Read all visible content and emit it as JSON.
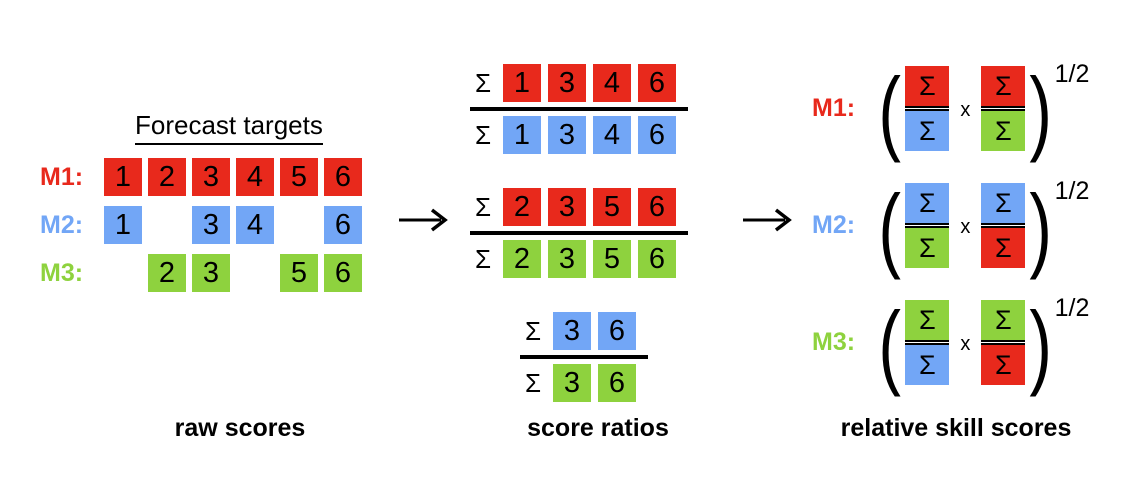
{
  "colors": {
    "red": "#e8291c",
    "blue": "#72a6f6",
    "green": "#8ed23e",
    "black": "#000000",
    "background": "#ffffff"
  },
  "symbols": {
    "sigma": "Σ",
    "times": "x",
    "paren_left": "(",
    "paren_right": ")",
    "exponent": "1/2",
    "arrow": "⟶"
  },
  "raw_scores": {
    "title": "Forecast targets",
    "caption": "raw scores",
    "columns": [
      "1",
      "2",
      "3",
      "4",
      "5",
      "6"
    ],
    "rows": [
      {
        "label": "M1:",
        "color": "red",
        "cells": [
          "1",
          "2",
          "3",
          "4",
          "5",
          "6"
        ]
      },
      {
        "label": "M2:",
        "color": "blue",
        "cells": [
          "1",
          "",
          "3",
          "4",
          "",
          "6"
        ]
      },
      {
        "label": "M3:",
        "color": "green",
        "cells": [
          "",
          "2",
          "3",
          "",
          "5",
          "6"
        ]
      }
    ]
  },
  "score_ratios": {
    "caption": "score ratios",
    "blocks": [
      {
        "numerator": {
          "color": "red",
          "cells": [
            "1",
            "3",
            "4",
            "6"
          ]
        },
        "denominator": {
          "color": "blue",
          "cells": [
            "1",
            "3",
            "4",
            "6"
          ]
        }
      },
      {
        "numerator": {
          "color": "red",
          "cells": [
            "2",
            "3",
            "5",
            "6"
          ]
        },
        "denominator": {
          "color": "green",
          "cells": [
            "2",
            "3",
            "5",
            "6"
          ]
        }
      },
      {
        "numerator": {
          "color": "blue",
          "cells": [
            "3",
            "6"
          ]
        },
        "denominator": {
          "color": "green",
          "cells": [
            "3",
            "6"
          ]
        }
      }
    ]
  },
  "relative_skill_scores": {
    "caption": "relative skill scores",
    "rows": [
      {
        "label": "M1:",
        "label_color": "red",
        "factor_1": {
          "numerator_color": "red",
          "denominator_color": "blue"
        },
        "factor_2": {
          "numerator_color": "red",
          "denominator_color": "green"
        },
        "exponent": "1/2"
      },
      {
        "label": "M2:",
        "label_color": "blue",
        "factor_1": {
          "numerator_color": "blue",
          "denominator_color": "green"
        },
        "factor_2": {
          "numerator_color": "blue",
          "denominator_color": "red"
        },
        "exponent": "1/2"
      },
      {
        "label": "M3:",
        "label_color": "green",
        "factor_1": {
          "numerator_color": "green",
          "denominator_color": "blue"
        },
        "factor_2": {
          "numerator_color": "green",
          "denominator_color": "red"
        },
        "exponent": "1/2"
      }
    ]
  },
  "flow_arrows": [
    "⟶",
    "⟶"
  ]
}
